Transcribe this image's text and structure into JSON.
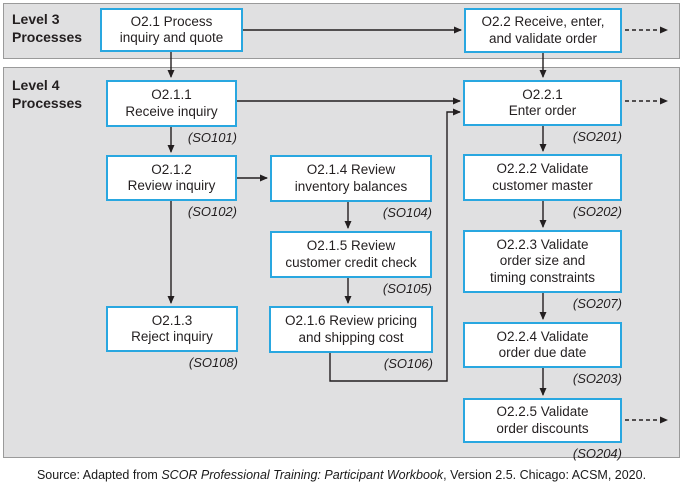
{
  "colors": {
    "box_border": "#29a7e0",
    "band_bg": "#e0e0e1",
    "band_border": "#9a9a9a",
    "line": "#231f20"
  },
  "bands": {
    "level3": {
      "line1": "Level 3",
      "line2": "Processes"
    },
    "level4": {
      "line1": "Level 4",
      "line2": "Processes"
    }
  },
  "nodes": {
    "o2_1": {
      "line1": "O2.1 Process",
      "line2": "inquiry and quote"
    },
    "o2_2": {
      "line1": "O2.2 Receive, enter,",
      "line2": "and validate order"
    },
    "o2_1_1": {
      "line1": "O2.1.1",
      "line2": "Receive inquiry",
      "code": "(SO101)"
    },
    "o2_1_2": {
      "line1": "O2.1.2",
      "line2": "Review inquiry",
      "code": "(SO102)"
    },
    "o2_1_3": {
      "line1": "O2.1.3",
      "line2": "Reject inquiry",
      "code": "(SO108)"
    },
    "o2_1_4": {
      "line1": "O2.1.4 Review",
      "line2": "inventory balances",
      "code": "(SO104)"
    },
    "o2_1_5": {
      "line1": "O2.1.5 Review",
      "line2": "customer credit check",
      "code": "(SO105)"
    },
    "o2_1_6": {
      "line1": "O2.1.6 Review pricing",
      "line2": "and shipping cost",
      "code": "(SO106)"
    },
    "o2_2_1": {
      "line1": "O2.2.1",
      "line2": "Enter order",
      "code": "(SO201)"
    },
    "o2_2_2": {
      "line1": "O2.2.2 Validate",
      "line2": "customer master",
      "code": "(SO202)"
    },
    "o2_2_3": {
      "line1": "O2.2.3 Validate",
      "line2": "order size and",
      "line3": "timing constraints",
      "code": "(SO207)"
    },
    "o2_2_4": {
      "line1": "O2.2.4 Validate",
      "line2": "order due date",
      "code": "(SO203)"
    },
    "o2_2_5": {
      "line1": "O2.2.5 Validate",
      "line2": "order discounts",
      "code": "(SO204)"
    }
  },
  "source": {
    "prefix": "Source: Adapted from ",
    "italic": "SCOR Professional Training: Participant Workbook",
    "suffix": ", Version 2.5. Chicago: ACSM, 2020."
  }
}
